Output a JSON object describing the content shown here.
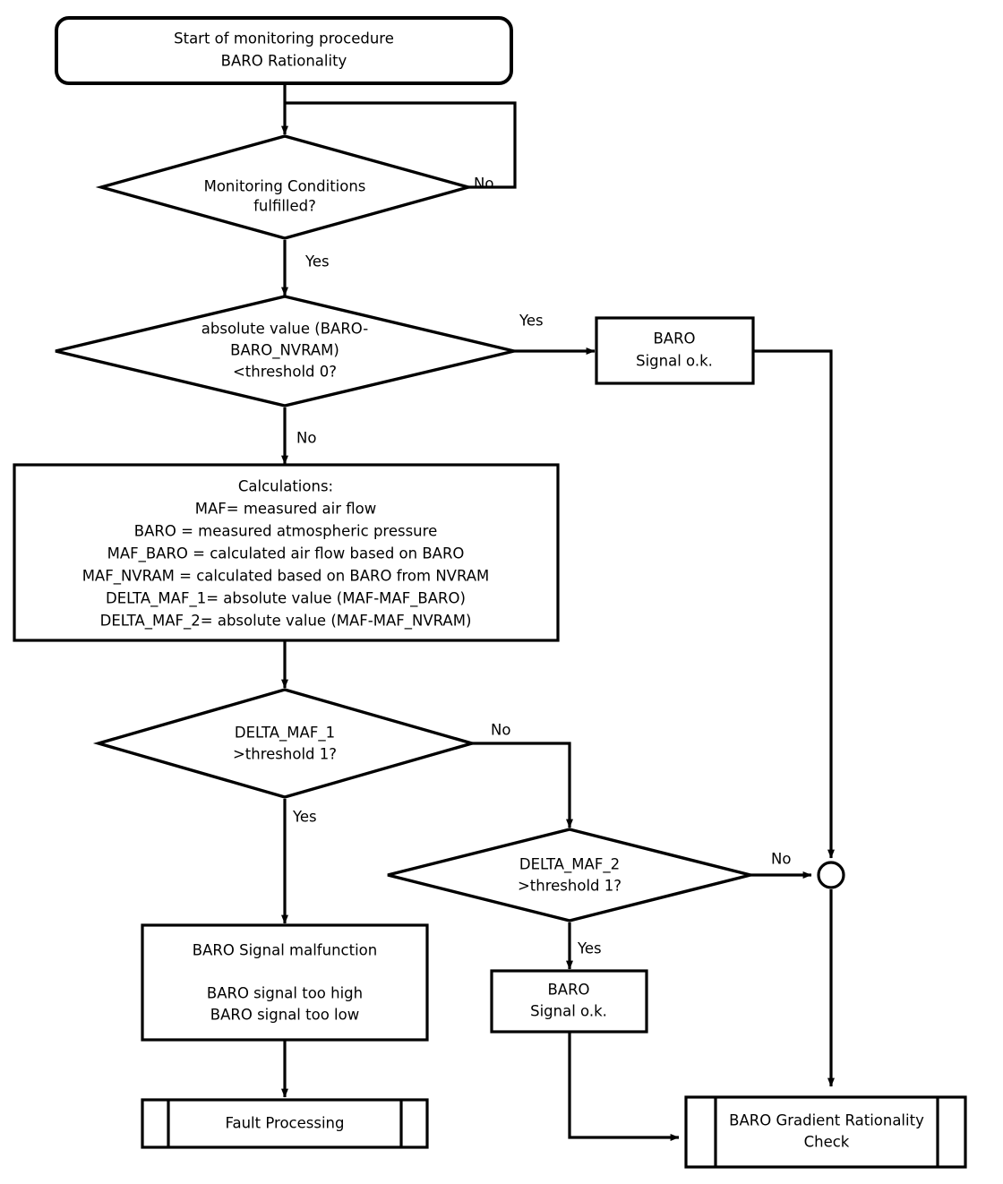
{
  "diagram": {
    "title": "BARO Rationality monitoring procedure flowchart",
    "type": "flowchart",
    "colors": {
      "background": "#ffffff",
      "stroke": "#000000",
      "fill": "#ffffff"
    },
    "nodes": {
      "start": {
        "shape": "rounded-rectangle",
        "line1": "Start of monitoring procedure",
        "line2": "BARO Rationality"
      },
      "decision_monitoring": {
        "shape": "diamond",
        "line1": "Monitoring Conditions",
        "line2": "fulfilled?"
      },
      "decision_threshold0": {
        "shape": "diamond",
        "line1": "absolute value (BARO-",
        "line2": "BARO_NVRAM)",
        "line3": "<threshold 0?"
      },
      "baro_ok_top": {
        "shape": "rectangle",
        "line1": "BARO",
        "line2": "Signal o.k."
      },
      "calculations": {
        "shape": "rectangle",
        "line1": "Calculations:",
        "line2": "MAF= measured air flow",
        "line3": "BARO = measured atmospheric pressure",
        "line4": "MAF_BARO = calculated air flow based on BARO",
        "line5": "MAF_NVRAM = calculated based on BARO from NVRAM",
        "line6": "DELTA_MAF_1= absolute value (MAF-MAF_BARO)",
        "line7": "DELTA_MAF_2= absolute value (MAF-MAF_NVRAM)"
      },
      "decision_delta1": {
        "shape": "diamond",
        "line1": "DELTA_MAF_1",
        "line2": ">threshold 1?"
      },
      "decision_delta2": {
        "shape": "diamond",
        "line1": "DELTA_MAF_2",
        "line2": ">threshold 1?"
      },
      "baro_malfunction": {
        "shape": "rectangle",
        "line1": "BARO Signal malfunction",
        "line2": "BARO signal too high",
        "line3": "BARO signal too low"
      },
      "baro_ok_bottom": {
        "shape": "rectangle",
        "line1": "BARO",
        "line2": "Signal o.k."
      },
      "fault_processing": {
        "shape": "predefined-process",
        "line1": "Fault Processing"
      },
      "baro_gradient": {
        "shape": "predefined-process",
        "line1": "BARO Gradient Rationality",
        "line2": "Check"
      },
      "merge_connector": {
        "shape": "circle",
        "label": ""
      }
    },
    "edge_labels": {
      "monitoring_no": "No",
      "monitoring_yes": "Yes",
      "threshold0_yes": "Yes",
      "threshold0_no": "No",
      "delta1_no": "No",
      "delta1_yes": "Yes",
      "delta2_no": "No",
      "delta2_yes": "Yes"
    }
  }
}
